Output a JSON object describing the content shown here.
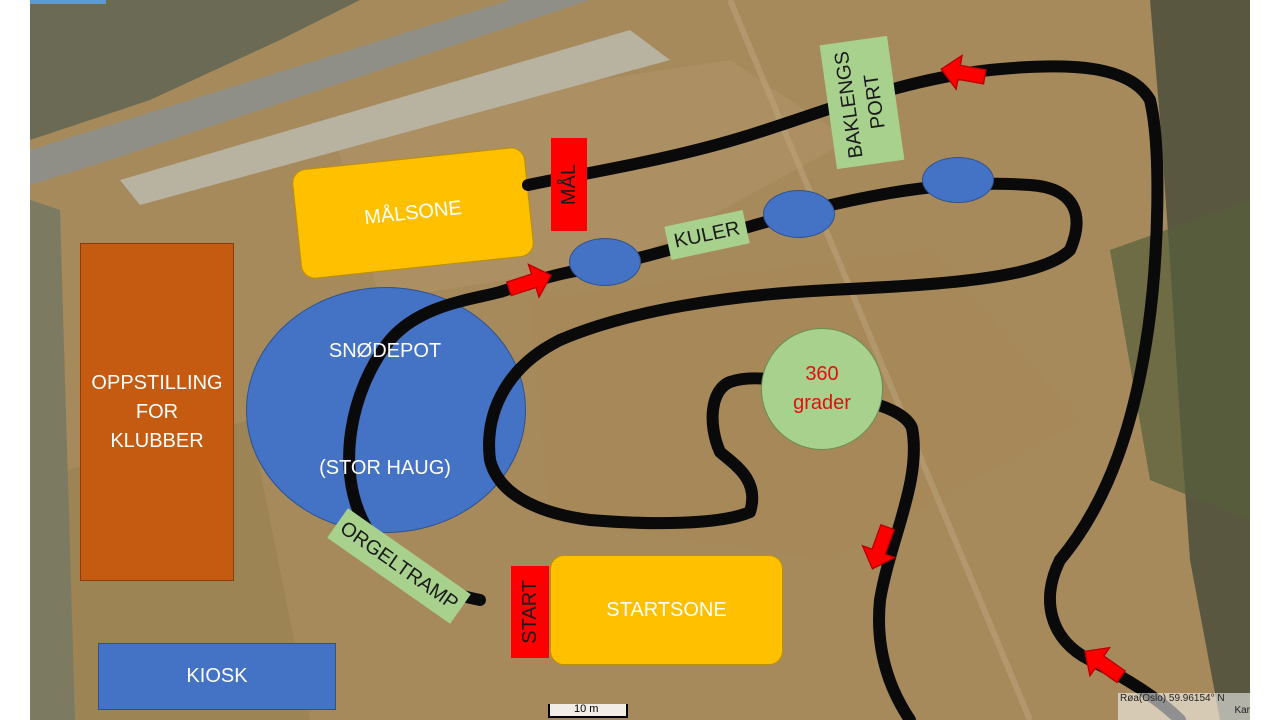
{
  "colors": {
    "field": "#a68a5c",
    "road": "#8f8f88",
    "track": "#0a0a0a",
    "zone_yellow": "#ffc000",
    "zone_orange": "#c55a11",
    "zone_blue": "#4472c4",
    "label_green": "#a9d18e",
    "marker_red": "#ff0000"
  },
  "zones": {
    "malsone": "MÅLSONE",
    "snodepot_line1": "SNØDEPOT",
    "snodepot_line2": "(STOR HAUG)",
    "oppstilling_line1": "OPPSTILLING",
    "oppstilling_line2": "FOR",
    "oppstilling_line3": "KLUBBER",
    "startsone": "STARTSONE",
    "kiosk": "KIOSK"
  },
  "obstacles": {
    "mal": "MÅL",
    "start": "START",
    "kuler": "KULER",
    "baklengs_line1": "BAKLENGS",
    "baklengs_line2": "PORT",
    "orgeltramp": "ORGELTRAMP",
    "turn_line1": "360",
    "turn_line2": "grader"
  },
  "map_info": {
    "scale": "10 m",
    "coords": "Røa(Oslo)  59.96154° N",
    "coords_line2": "Kar"
  },
  "icons": {
    "direction": "arrow-icon"
  }
}
